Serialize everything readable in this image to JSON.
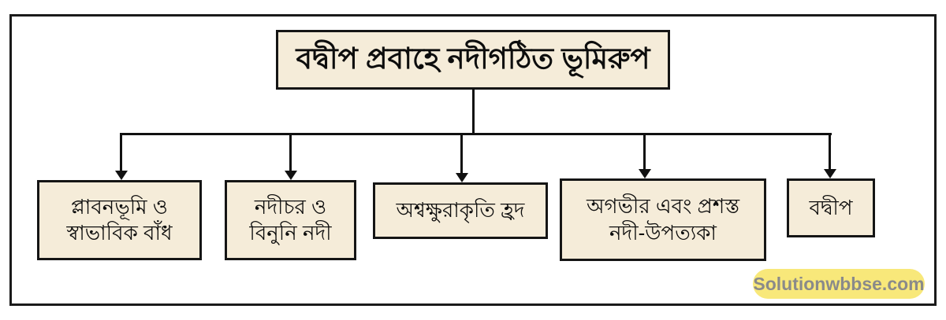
{
  "diagram": {
    "title": "বদ্বীপ প্রবাহে নদীগঠিত ভূমিরুপ",
    "nodes": [
      {
        "id": "floodplain-natural-levee",
        "lines": [
          "প্লাবনভূমি ও",
          "স্বাভাবিক বাঁধ"
        ]
      },
      {
        "id": "river-char-braided-river",
        "lines": [
          "নদীচর ও",
          "বিনুনি নদী"
        ]
      },
      {
        "id": "horseshoe-lake",
        "lines": [
          "অশ্বক্ষুরাকৃতি হ্রদ"
        ]
      },
      {
        "id": "shallow-wide-river-valley",
        "lines": [
          "অগভীর এবং প্রশস্ত",
          "নদী-উপত্যকা"
        ]
      },
      {
        "id": "delta",
        "lines": [
          "বদ্বীপ"
        ]
      }
    ]
  },
  "watermark": {
    "text": "Solutionwbbse.com",
    "background": "#f8e87a",
    "text_color": "#8a8a8a"
  },
  "colors": {
    "canvas_background": "#ffffff",
    "node_fill": "#f5ecd9",
    "node_border": "#151515",
    "connector": "#111111",
    "frame_border": "#1a1a1a"
  }
}
